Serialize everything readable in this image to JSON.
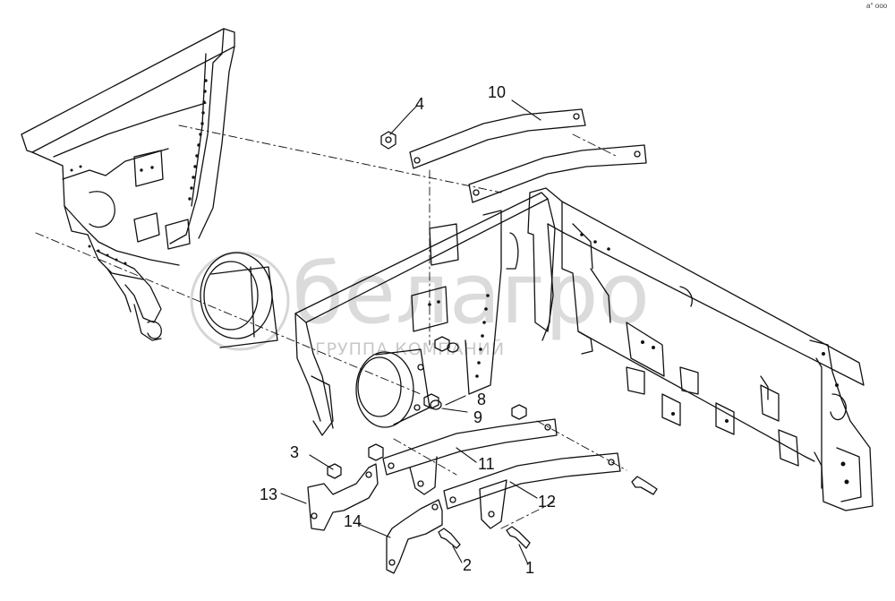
{
  "diagram": {
    "callouts": [
      "1",
      "2",
      "3",
      "4",
      "8",
      "9",
      "10",
      "11",
      "12",
      "13",
      "14"
    ],
    "corner_mark": "a° ooo"
  },
  "watermark": {
    "brand": "белагро",
    "tagline": "ГРУППА КОМПАНИЙ"
  }
}
